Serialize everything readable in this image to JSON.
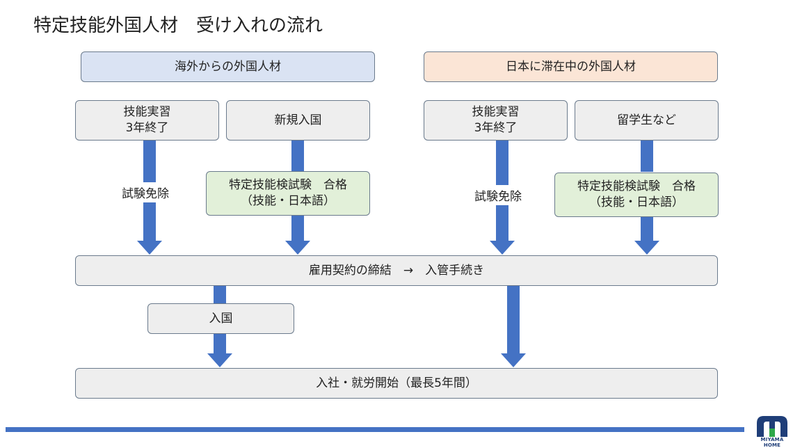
{
  "title": "特定技能外国人材　受け入れの流れ",
  "headers": {
    "overseas": "海外からの外国人材",
    "domestic": "日本に滞在中の外国人材"
  },
  "boxes": {
    "overseas_trainee": "技能実習\n3年終了",
    "new_entry": "新規入国",
    "domestic_trainee": "技能実習\n3年終了",
    "students": "留学生など",
    "exam_overseas": "特定技能検試験　合格\n（技能・日本語）",
    "exam_domestic": "特定技能検試験　合格\n（技能・日本語）",
    "contract": "雇用契約の締結　→　入管手続き",
    "entry": "入国",
    "employment": "入社・就労開始（最長5年間）"
  },
  "labels": {
    "exempt_overseas": "試験免除",
    "exempt_domestic": "試験免除"
  },
  "logo": {
    "text": "MIYAMA HOME"
  },
  "colors": {
    "arrow": "#4472c4",
    "header_overseas": "#dae3f3",
    "header_domestic": "#fbe5d6",
    "exam_box": "#e2f0d9",
    "step_box": "#eeeeee",
    "footer_bar": "#4472c4"
  }
}
